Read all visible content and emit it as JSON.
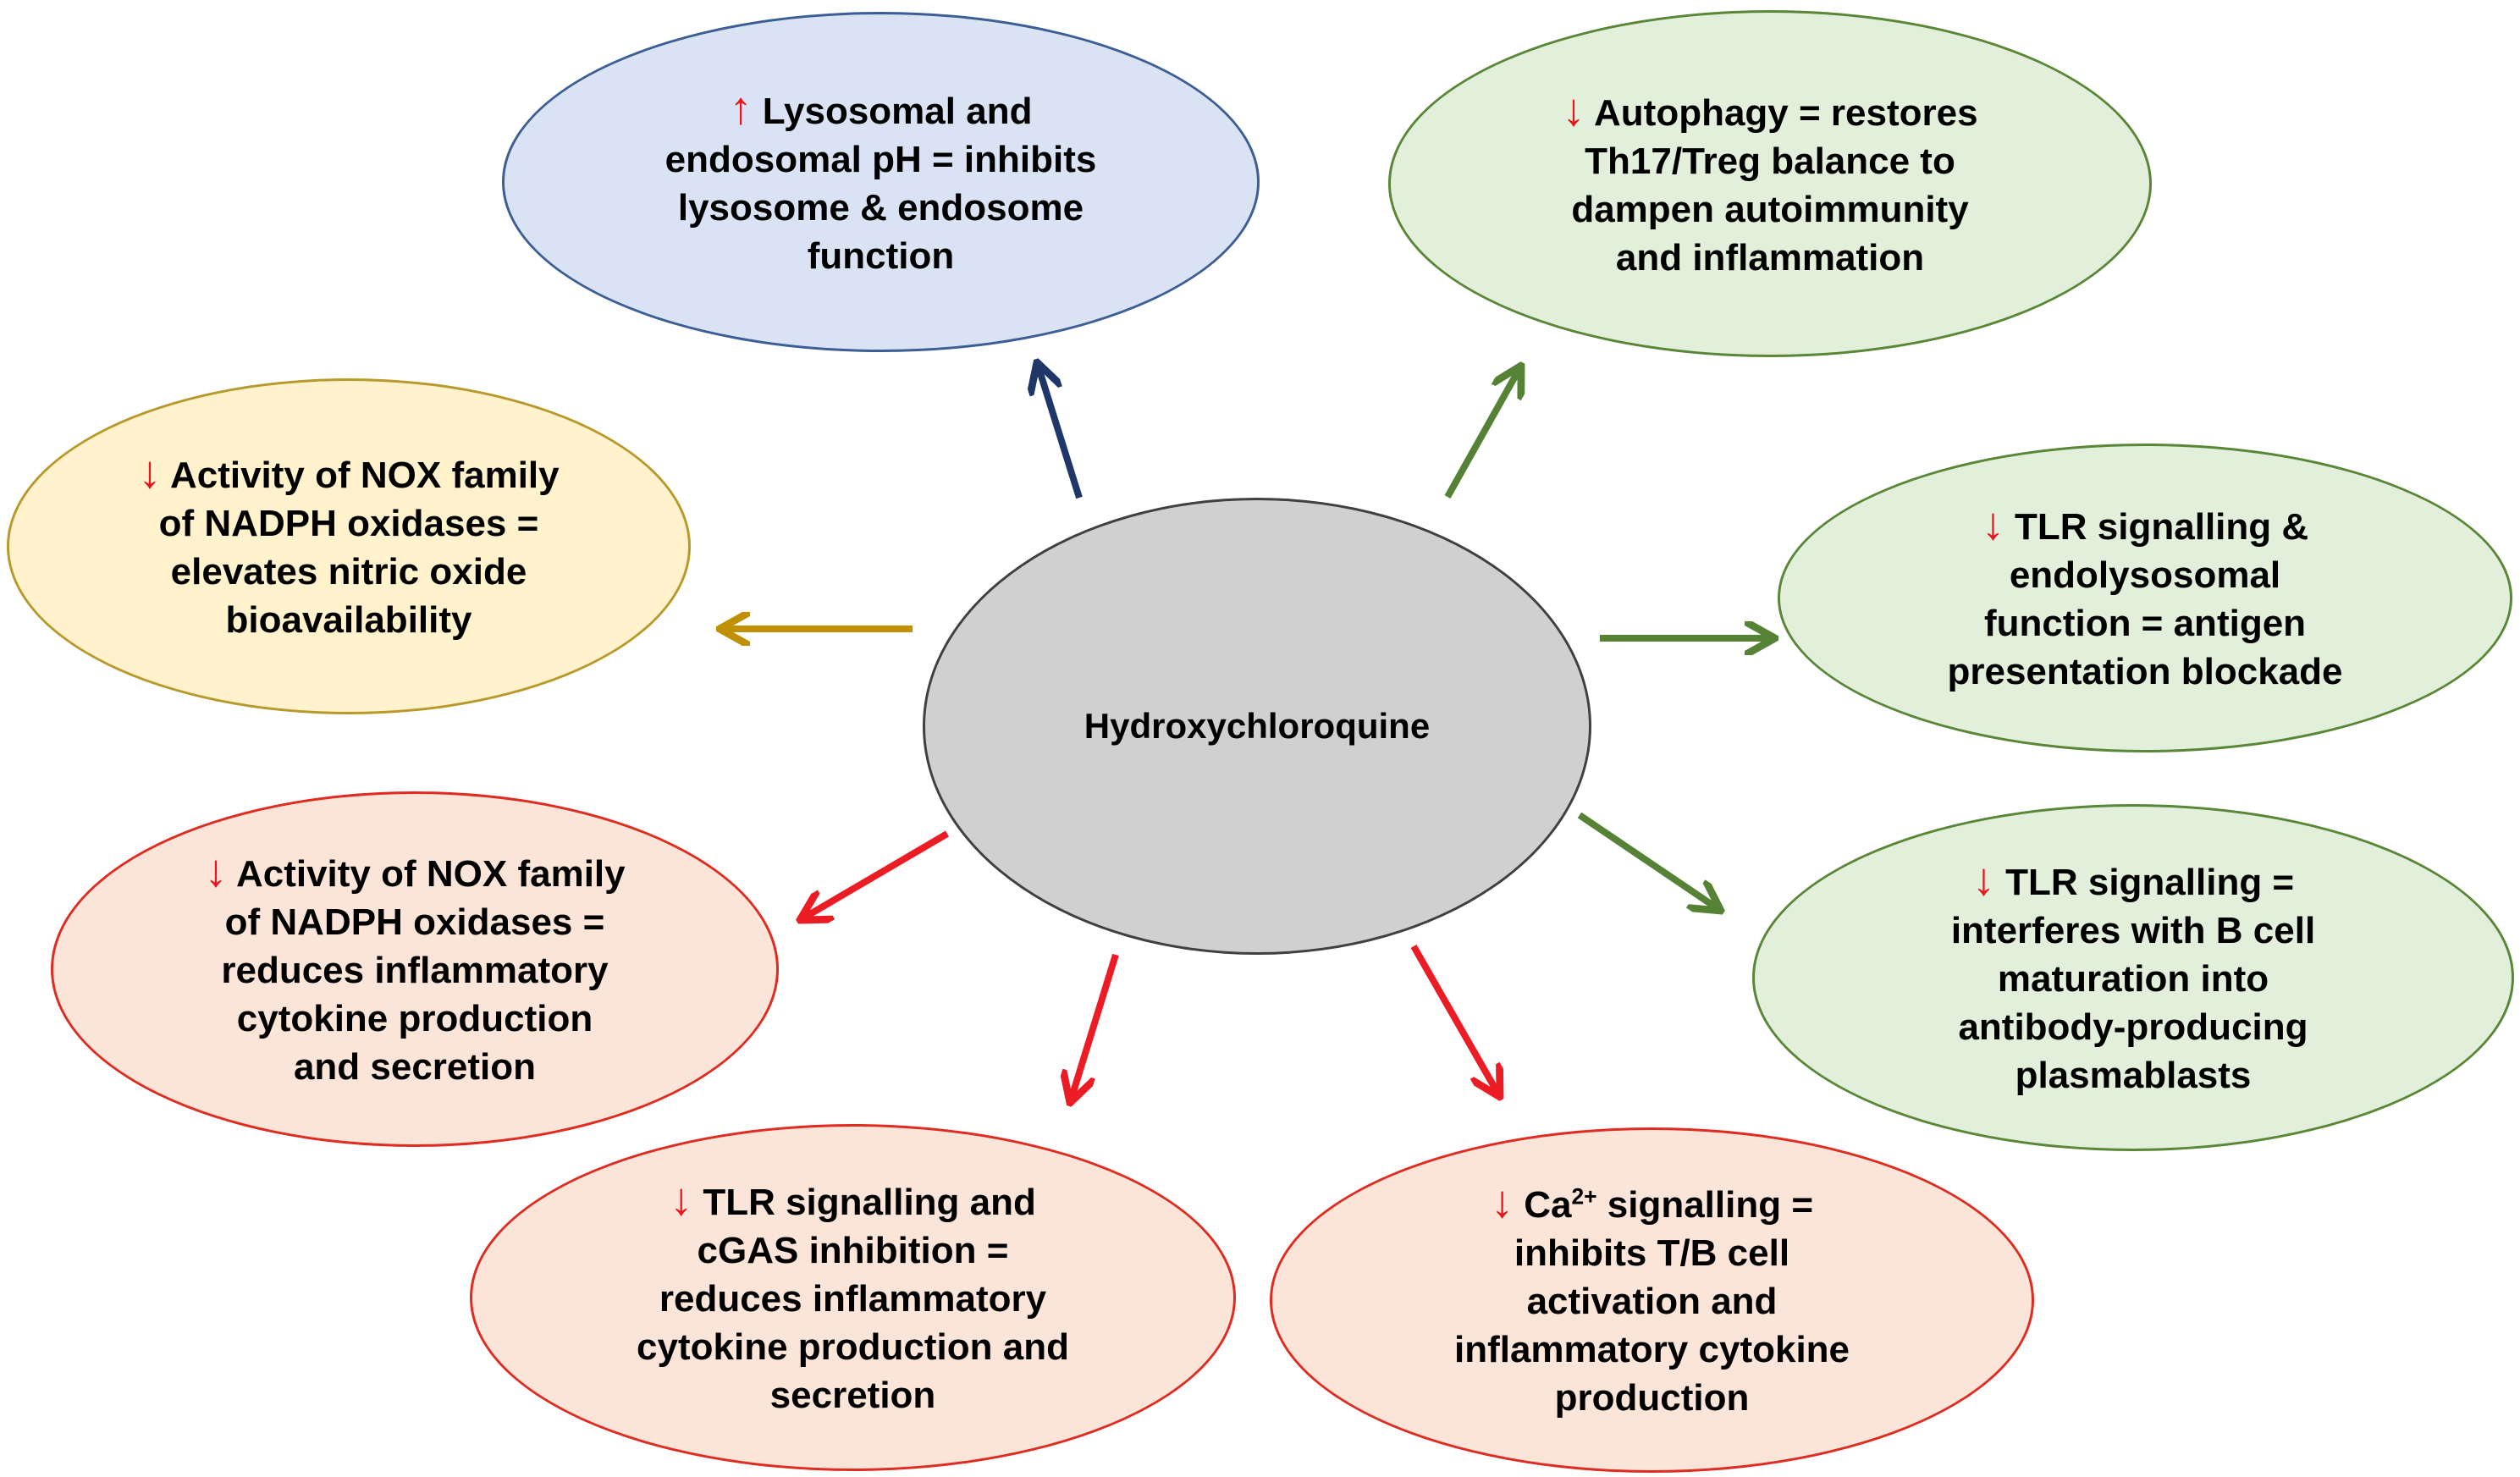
{
  "center": {
    "label": "Hydroxychloroquine",
    "fill": "#d0d0d0",
    "stroke": "#404040"
  },
  "colors": {
    "blue_fill": "#d9e3f3",
    "blue_stroke": "#3c5e95",
    "green_fill": "#e2efda",
    "green_stroke": "#5a8737",
    "yellow_fill": "#fff2cc",
    "yellow_stroke": "#b89a2c",
    "red_fill": "#fbe4d8",
    "red_stroke": "#e02b20",
    "arrow_navy": "#1f3768",
    "arrow_green": "#558235",
    "arrow_gold": "#bf9000",
    "arrow_red": "#ec1c24",
    "direction_glyph": "#e8151b"
  },
  "nodes": {
    "lysosomal_ph": {
      "direction": "↑",
      "lines": [
        "Lysosomal and",
        "endosomal pH = inhibits",
        "lysosome & endosome",
        "function"
      ]
    },
    "autophagy": {
      "direction": "↓",
      "lines": [
        "Autophagy = restores",
        "Th17/Treg balance to",
        "dampen autoimmunity",
        "and inflammation"
      ]
    },
    "tlr_endolysosomal": {
      "direction": "↓",
      "lines": [
        "TLR signalling &",
        "endolysosomal",
        "function = antigen",
        "presentation blockade"
      ]
    },
    "tlr_bcell": {
      "direction": "↓",
      "lines": [
        "TLR signalling =",
        "interferes with B cell",
        "maturation into",
        "antibody-producing",
        "plasmablasts"
      ]
    },
    "calcium": {
      "direction": "↓",
      "ca_prefix": "Ca",
      "ca_sup": "2+",
      "ca_suffix": " signalling =",
      "lines": [
        "inhibits T/B cell",
        "activation and",
        "inflammatory cytokine",
        "production"
      ]
    },
    "tlr_cgas": {
      "direction": "↓",
      "lines": [
        "TLR signalling and",
        "cGAS inhibition =",
        "reduces inflammatory",
        "cytokine production and",
        "secretion"
      ]
    },
    "nox_cytokine": {
      "direction": "↓",
      "lines": [
        "Activity of NOX family",
        "of NADPH oxidases =",
        "reduces inflammatory",
        "cytokine production",
        "and secretion"
      ]
    },
    "nox_nitric": {
      "direction": "↓",
      "lines": [
        "Activity of NOX family",
        "of NADPH oxidases =",
        "elevates nitric oxide",
        "bioavailability"
      ]
    }
  }
}
